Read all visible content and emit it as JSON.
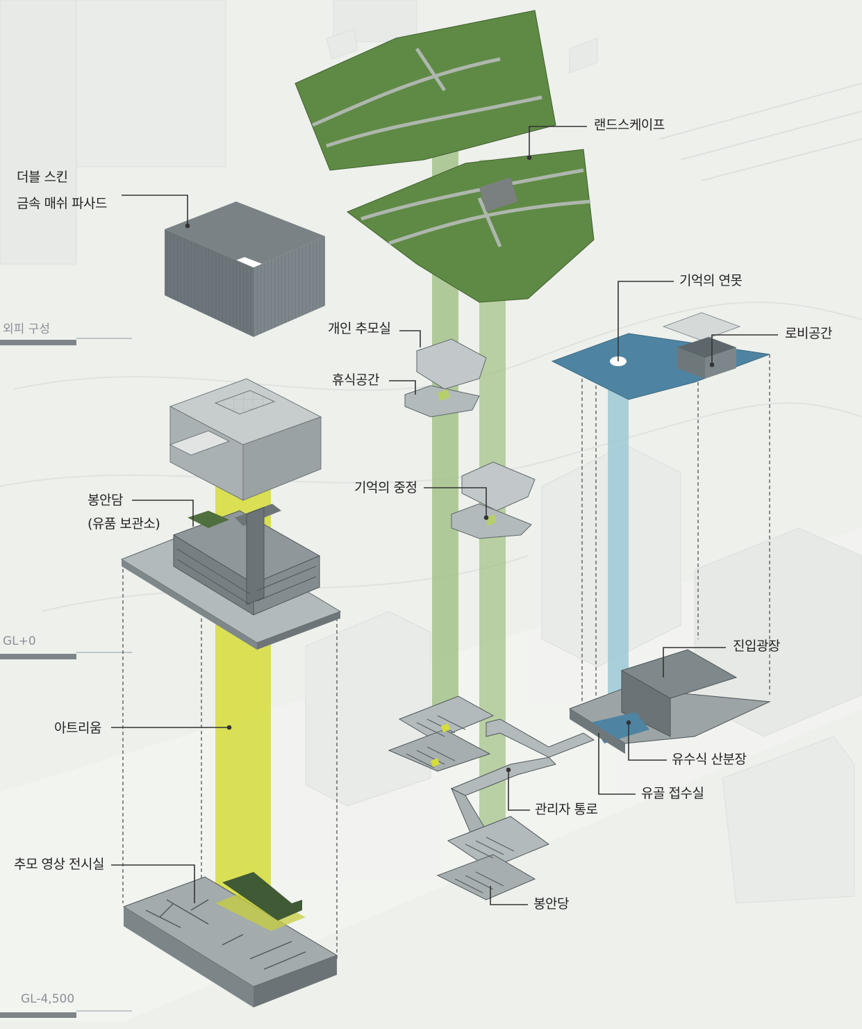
{
  "diagram": {
    "levels": {
      "envelope": "외피 구성",
      "ground": "GL+0",
      "basement": "GL-4,500"
    },
    "labels": {
      "double_skin_line1": "더블 스킨",
      "double_skin_line2": "금속 매쉬 파사드",
      "landscape": "랜드스케이프",
      "private_memorial": "개인 추모실",
      "rest_space": "휴식공간",
      "memory_courtyard": "기억의 중정",
      "memory_pond": "기억의 연못",
      "lobby": "로비공간",
      "enshrinement_wall_line1": "봉안담",
      "enshrinement_wall_line2": "(유품 보관소)",
      "atrium": "아트리움",
      "entry_plaza": "진입광장",
      "running_water_scattering": "유수식 산분장",
      "ash_reception": "유골 접수실",
      "admin_passage": "관리자 통로",
      "memorial_video_hall": "추모 영상 전시실",
      "enshrinement_hall": "봉안당"
    },
    "colors": {
      "landscape_green": "#5f8a45",
      "atrium_yellow": "#d6dc3a",
      "pond_blue": "#6fa9bf",
      "green_shaft": "#9fc083",
      "blue_shaft": "#9cc9d6",
      "concrete": "#8f979a",
      "leader_line": "#333333"
    }
  }
}
